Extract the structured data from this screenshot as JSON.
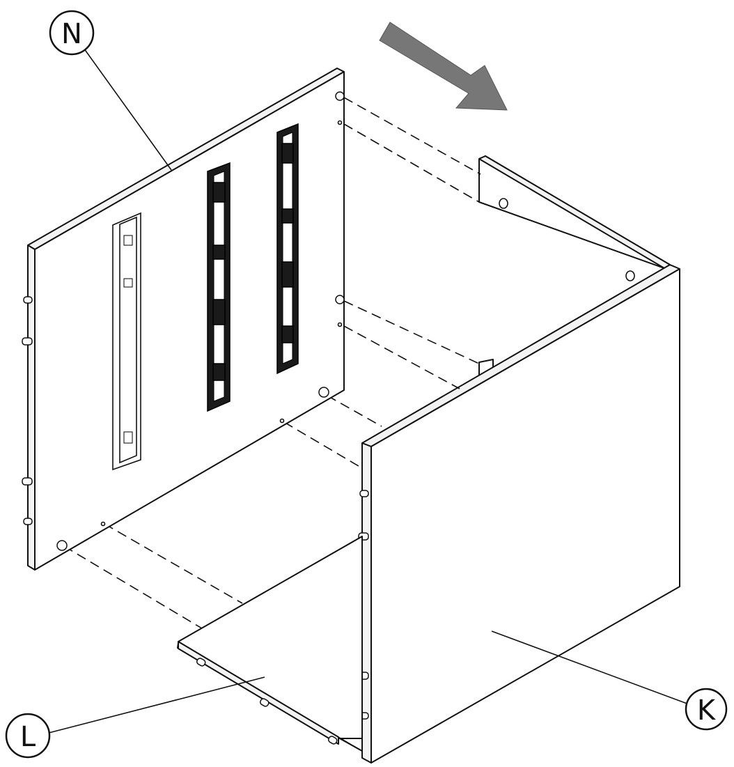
{
  "diagram": {
    "direction_arrow_color": "#777777",
    "parts": [
      {
        "id": "panel-n",
        "label": "N"
      },
      {
        "id": "panel-k",
        "label": "K"
      },
      {
        "id": "panel-l",
        "label": "L"
      }
    ]
  }
}
